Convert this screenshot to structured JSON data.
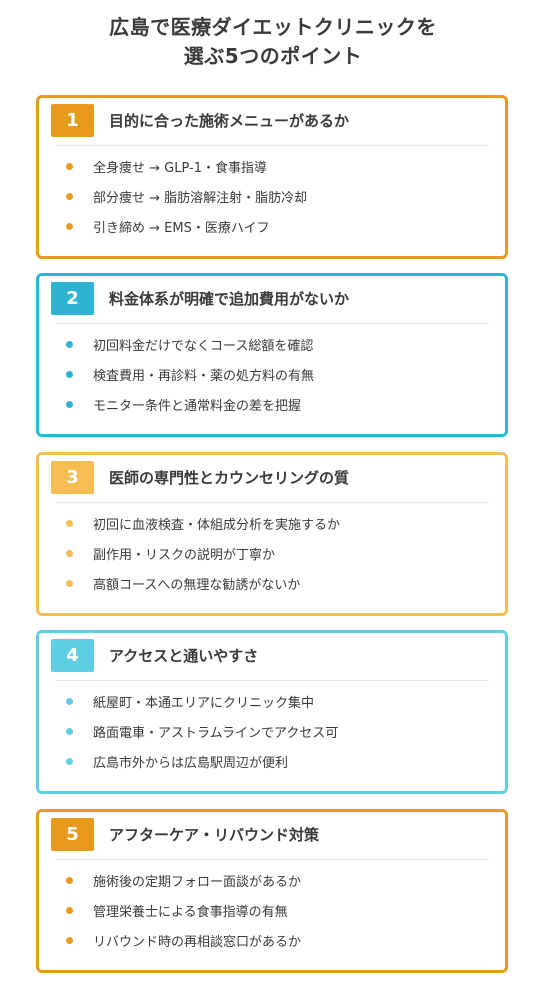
{
  "page_title": {
    "line1": "広島で医療ダイエットクリニックを",
    "line2": "選ぶ5つのポイント"
  },
  "points": [
    {
      "number": "1",
      "title": "目的に合った施術メニューがあるか",
      "color": "#e89a1c",
      "items": [
        "全身痩せ → GLP-1・食事指導",
        "部分痩せ → 脂肪溶解注射・脂肪冷却",
        "引き締め → EMS・医療ハイフ"
      ]
    },
    {
      "number": "2",
      "title": "料金体系が明確で追加費用がないか",
      "color": "#2fb3d3",
      "items": [
        "初回料金だけでなくコース総額を確認",
        "検査費用・再診料・薬の処方料の有無",
        "モニター条件と通常料金の差を把握"
      ]
    },
    {
      "number": "3",
      "title": "医師の専門性とカウンセリングの質",
      "color": "#f6bd55",
      "items": [
        "初回に血液検査・体組成分析を実施するか",
        "副作用・リスクの説明が丁寧か",
        "高額コースへの無理な勧誘がないか"
      ]
    },
    {
      "number": "4",
      "title": "アクセスと通いやすさ",
      "color": "#5fcde3",
      "items": [
        "紙屋町・本通エリアにクリニック集中",
        "路面電車・アストラムラインでアクセス可",
        "広島市外からは広島駅周辺が便利"
      ]
    },
    {
      "number": "5",
      "title": "アフターケア・リバウンド対策",
      "color": "#e89a1c",
      "items": [
        "施術後の定期フォロー面談があるか",
        "管理栄養士による食事指導の有無",
        "リバウンド時の再相談窓口があるか"
      ]
    }
  ]
}
